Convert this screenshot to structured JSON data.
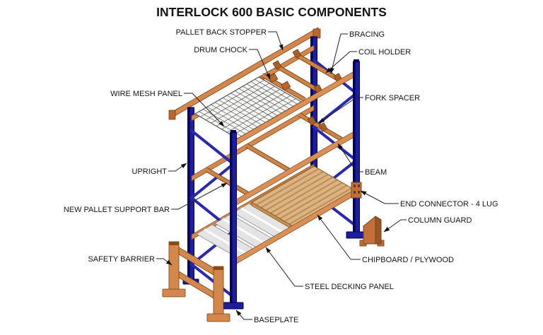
{
  "diagram": {
    "title": "INTERLOCK 600 BASIC COMPONENTS",
    "type": "isometric pallet racking exploded-label diagram",
    "labels": {
      "pallet_back_stopper": "PALLET BACK STOPPER",
      "drum_chock": "DRUM CHOCK",
      "bracing": "BRACING",
      "coil_holder": "COIL HOLDER",
      "wire_mesh_panel": "WIRE MESH PANEL",
      "fork_spacer": "FORK SPACER",
      "upright": "UPRIGHT",
      "beam": "BEAM",
      "new_pallet_support_bar": "NEW PALLET SUPPORT BAR",
      "end_connector": "END CONNECTOR - 4 LUG",
      "column_guard": "COLUMN GUARD",
      "safety_barrier": "SAFETY BARRIER",
      "chipboard": "CHIPBOARD / PLYWOOD",
      "steel_decking_panel": "STEEL DECKING PANEL",
      "baseplate": "BASEPLATE"
    },
    "colors": {
      "upright_blue": "#1d1d9d",
      "bracing_blue": "#2828b0",
      "beam_orange": "#d4874c",
      "guard_orange": "#c0703a",
      "chipboard_tan": "#dcb382",
      "decking_gray": "#e4e4e4",
      "background": "#ffffff",
      "text": "#141414"
    }
  }
}
